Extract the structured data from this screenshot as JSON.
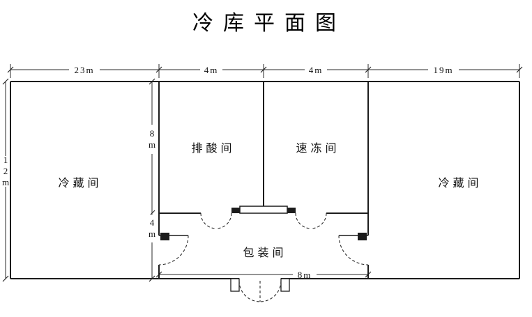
{
  "title": "冷库平面图",
  "rooms": {
    "cold_left": "冷藏间",
    "acid_discharge": "排酸间",
    "quick_freeze": "速冻间",
    "cold_right": "冷藏间",
    "packing": "包装间"
  },
  "dimensions": {
    "top": [
      "23m",
      "4m",
      "4m",
      "19m"
    ],
    "left_height": "12m",
    "inner_upper": "8m",
    "inner_lower": "4m",
    "bottom_width": "8m"
  }
}
